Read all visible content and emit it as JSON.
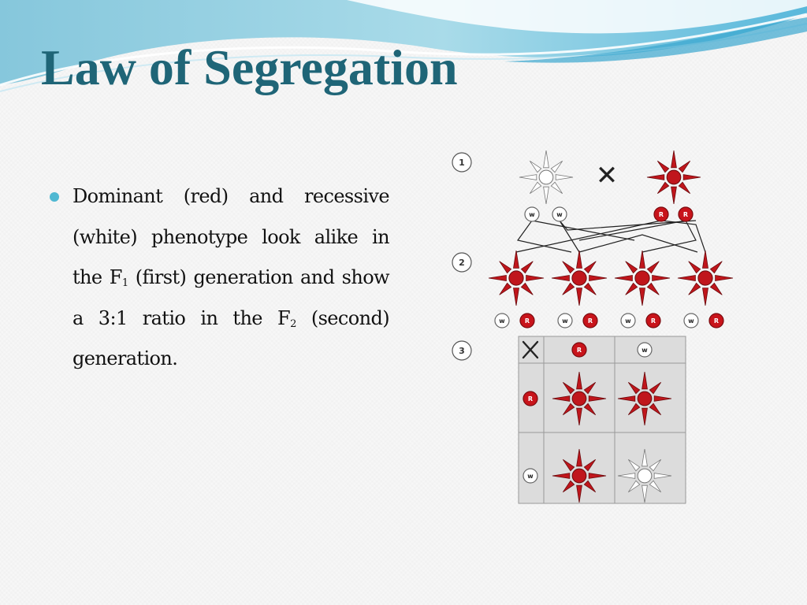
{
  "title": "Law of Segregation",
  "bullet": {
    "t1": "Dominant (red) and recessive (white) phenotype look alike in the F",
    "sub1": "1",
    "t2": " (first) generation and show a 3:1 ratio in the F",
    "sub2": "2",
    "t3": " (second) generation."
  },
  "diagram": {
    "steps": [
      "1",
      "2",
      "3"
    ],
    "cross_symbol": "✕",
    "alleles": {
      "dominant": "R",
      "recessive": "w"
    },
    "colors": {
      "red_flower": "#c0161c",
      "red_allele": "#c8141b",
      "white_flower": "#ffffff",
      "title": "#1f6577",
      "bullet": "#4fb8d2",
      "grid_bg": "#dcdcdc"
    },
    "punnett": {
      "columns": [
        "R",
        "w"
      ],
      "rows": [
        "R",
        "w"
      ],
      "cells": [
        [
          "red",
          "red"
        ],
        [
          "red",
          "white"
        ]
      ]
    }
  }
}
